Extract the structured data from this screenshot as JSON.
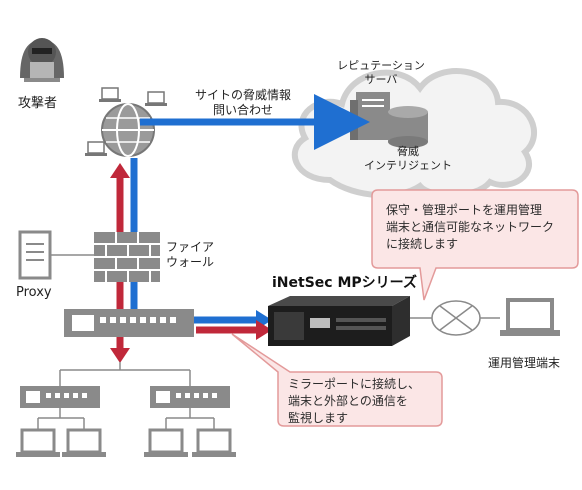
{
  "labels": {
    "attacker": "攻撃者",
    "query_line1": "サイトの脅威情報",
    "query_line2": "問い合わせ",
    "reputation_line1": "レピュテーション",
    "reputation_line2": "サーバ",
    "threat_line1": "脅威",
    "threat_line2": "インテリジェント",
    "firewall_line1": "ファイア",
    "firewall_line2": "ウォール",
    "proxy": "Proxy",
    "product": "iNetSec MPシリーズ",
    "admin_terminal": "運用管理端末"
  },
  "callouts": {
    "top": {
      "line1": "保守・管理ポートを運用管理",
      "line2": "端末と通信可能なネットワーク",
      "line3": "に接続します"
    },
    "bottom": {
      "line1": "ミラーポートに接続し、",
      "line2": "端末と外部との通信を",
      "line3": "監視します"
    }
  },
  "colors": {
    "blue_flow": "#1f6fd1",
    "red_flow": "#c0283a",
    "callout_fill": "#fbe6e6",
    "callout_border": "#e39a9a",
    "device_gray": "#8a8a8a",
    "cloud_gray": "#d6d6d6"
  }
}
